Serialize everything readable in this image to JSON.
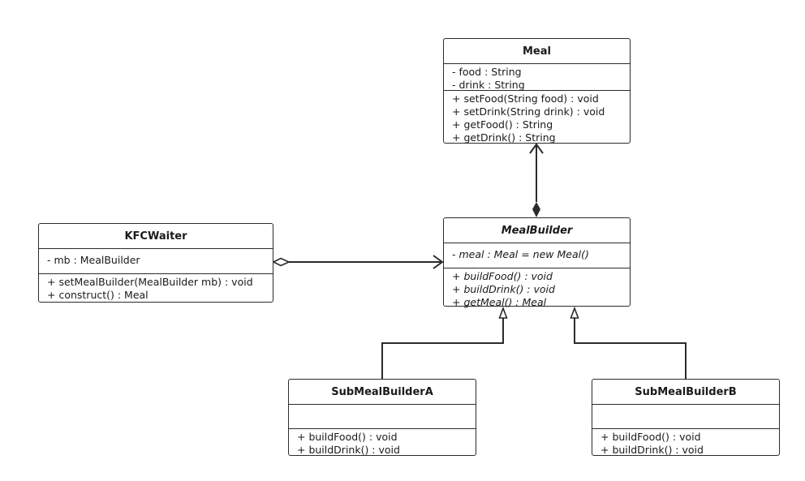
{
  "classes": {
    "meal": {
      "name": "Meal",
      "attributes": [
        "- food : String",
        "- drink : String"
      ],
      "operations": [
        "+ setFood(String food) : void",
        "+ setDrink(String drink) : void",
        "+ getFood() : String",
        "+ getDrink() : String"
      ]
    },
    "kfcwaiter": {
      "name": "KFCWaiter",
      "attributes": [
        "- mb : MealBuilder"
      ],
      "operations": [
        "+ setMealBuilder(MealBuilder mb) : void",
        "+ construct() : Meal"
      ]
    },
    "mealbuilder": {
      "name": "MealBuilder",
      "attributes": [
        "- meal : Meal = new Meal()"
      ],
      "operations": [
        "+ buildFood() : void",
        "+ buildDrink() : void",
        "+ getMeal() : Meal"
      ]
    },
    "submealbuildera": {
      "name": "SubMealBuilderA",
      "attributes": [],
      "operations": [
        "+ buildFood() : void",
        "+ buildDrink() : void"
      ]
    },
    "submealbuilderb": {
      "name": "SubMealBuilderB",
      "attributes": [],
      "operations": [
        "+ buildFood() : void",
        "+ buildDrink() : void"
      ]
    }
  }
}
